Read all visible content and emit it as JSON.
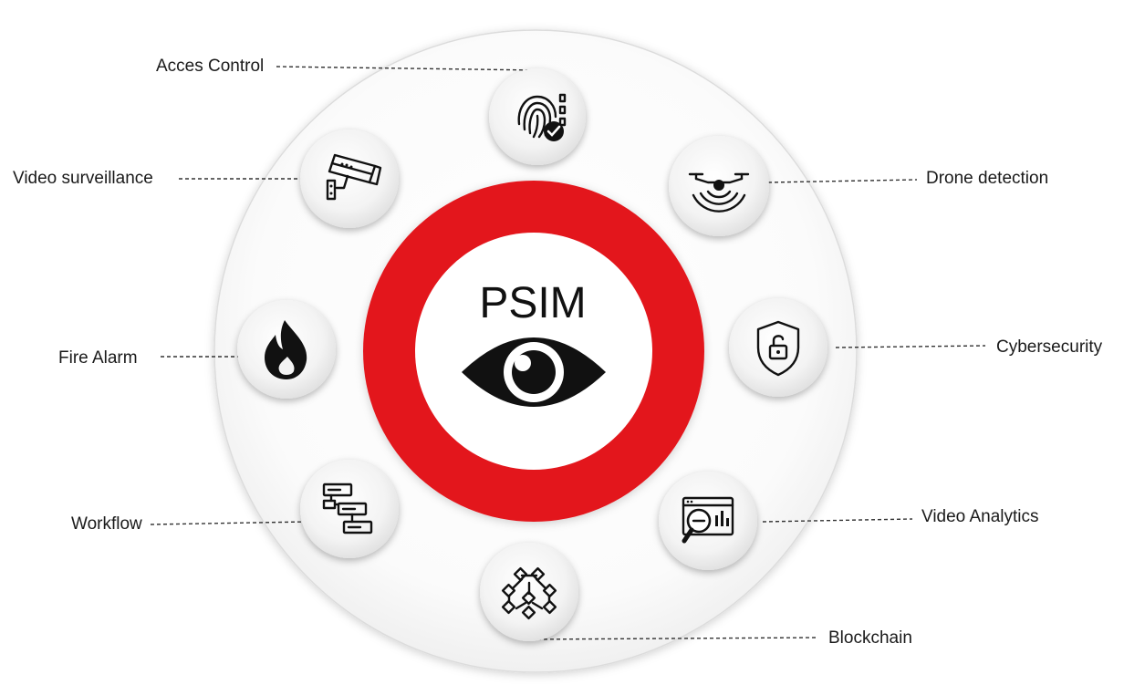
{
  "center": {
    "title": "PSIM",
    "icon": "eye-icon",
    "ring_color": "#e3191f"
  },
  "nodes": [
    {
      "id": "access-control",
      "label": "Acces Control",
      "icon": "fingerprint-icon"
    },
    {
      "id": "drone-detection",
      "label": "Drone detection",
      "icon": "drone-icon"
    },
    {
      "id": "cybersecurity",
      "label": "Cybersecurity",
      "icon": "shield-lock-icon"
    },
    {
      "id": "video-analytics",
      "label": "Video Analytics",
      "icon": "magnifier-screen-icon"
    },
    {
      "id": "blockchain",
      "label": "Blockchain",
      "icon": "blockchain-icon"
    },
    {
      "id": "workflow",
      "label": "Workflow",
      "icon": "workflow-icon"
    },
    {
      "id": "fire-alarm",
      "label": "Fire Alarm",
      "icon": "flame-icon"
    },
    {
      "id": "video-surveillance",
      "label": "Video surveillance",
      "icon": "cctv-camera-icon"
    }
  ]
}
